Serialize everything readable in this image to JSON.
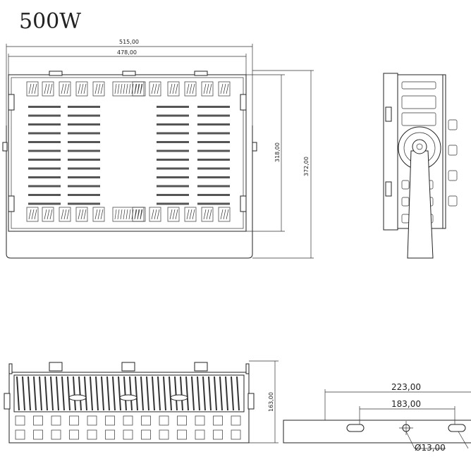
{
  "title": "500W",
  "front": {
    "width_outer": "515,00",
    "width_inner": "478,00",
    "height_inner": "318,00",
    "height_outer": "372,00"
  },
  "bottom": {
    "depth": "163,00"
  },
  "bracket": {
    "length": "223,00",
    "hole_span": "183,00",
    "hole_dia": "Ø13,00"
  }
}
